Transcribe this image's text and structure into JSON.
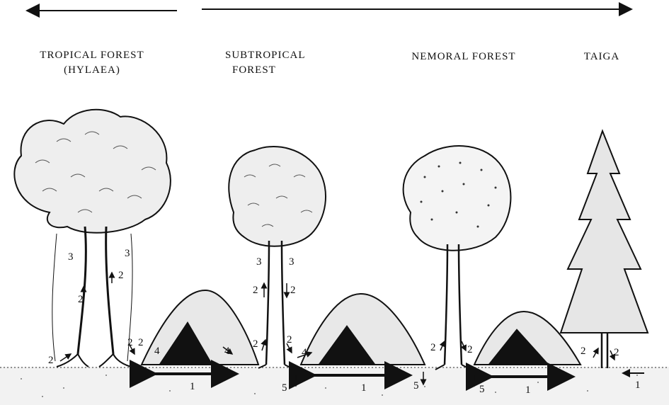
{
  "zones": [
    {
      "line1": "TROPICAL FOREST",
      "line2": "(HYLAEA)"
    },
    {
      "line1": "SUBTROPICAL",
      "line2": "FOREST"
    },
    {
      "line1": "NEMORAL FOREST",
      "line2": ""
    },
    {
      "line1": "TAIGA",
      "line2": ""
    }
  ],
  "markers": {
    "m1": "1",
    "m2": "2",
    "m3": "3",
    "m4": "4",
    "m5": "5"
  }
}
